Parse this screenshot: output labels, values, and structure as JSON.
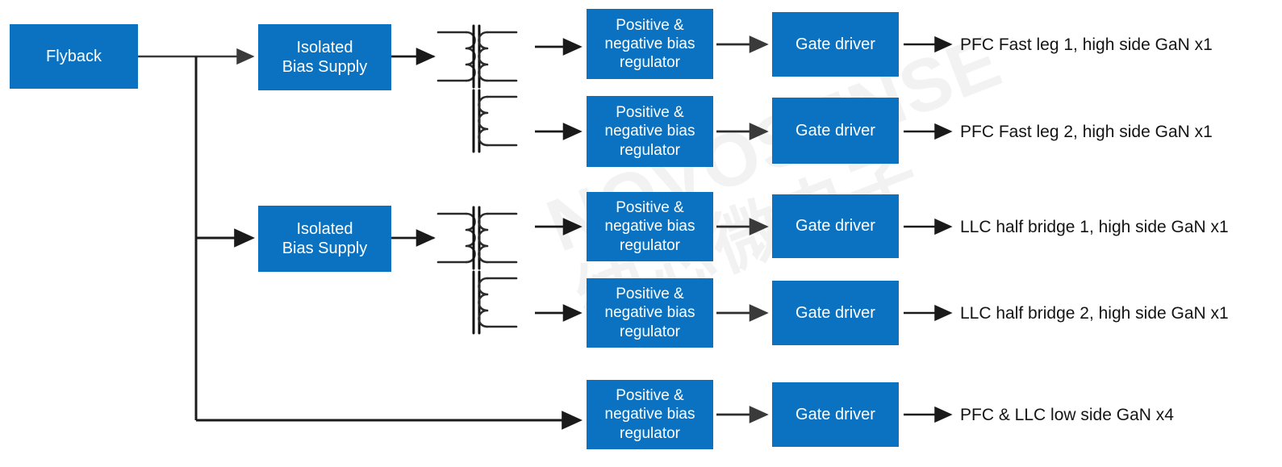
{
  "theme": {
    "box_fill": "#0a72c0",
    "box_text": "#ffffff",
    "wire": "#1a1a1a",
    "wire_gray": "#3f3f3f",
    "label_text": "#141414",
    "background": "#ffffff",
    "watermark": "#f2f2f2"
  },
  "watermark": {
    "english": "NOVOSENSE",
    "chinese": "纳芯微电子"
  },
  "source": {
    "label": "Flyback"
  },
  "isolated_supplies": [
    {
      "label": "Isolated\nBias Supply",
      "line1": "Isolated",
      "line2": "Bias Supply"
    },
    {
      "label": "Isolated\nBias Supply",
      "line1": "Isolated",
      "line2": "Bias Supply"
    }
  ],
  "transformers": [
    {
      "name": "transformer-1",
      "primary_turns": 3,
      "secondary_windings": 2,
      "secondary_turns": 3
    },
    {
      "name": "transformer-2",
      "primary_turns": 3,
      "secondary_windings": 2,
      "secondary_turns": 3
    }
  ],
  "channels": [
    {
      "regulator": "Positive & negative bias regulator",
      "regulator_lines": [
        "Positive &",
        "negative bias",
        "regulator"
      ],
      "driver": "Gate driver",
      "output": "PFC Fast leg 1, high side GaN x1"
    },
    {
      "regulator": "Positive & negative bias regulator",
      "regulator_lines": [
        "Positive &",
        "negative bias",
        "regulator"
      ],
      "driver": "Gate driver",
      "output": "PFC Fast leg 2, high side GaN x1"
    },
    {
      "regulator": "Positive & negative bias regulator",
      "regulator_lines": [
        "Positive &",
        "negative bias",
        "regulator"
      ],
      "driver": "Gate driver",
      "output": "LLC half bridge 1, high side GaN x1"
    },
    {
      "regulator": "Positive & negative bias regulator",
      "regulator_lines": [
        "Positive &",
        "negative bias",
        "regulator"
      ],
      "driver": "Gate driver",
      "output": "LLC half bridge 2, high side GaN x1"
    },
    {
      "regulator": "Positive & negative bias regulator",
      "regulator_lines": [
        "Positive &",
        "negative bias",
        "regulator"
      ],
      "driver": "Gate driver",
      "output": "PFC & LLC low side GaN x4"
    }
  ]
}
